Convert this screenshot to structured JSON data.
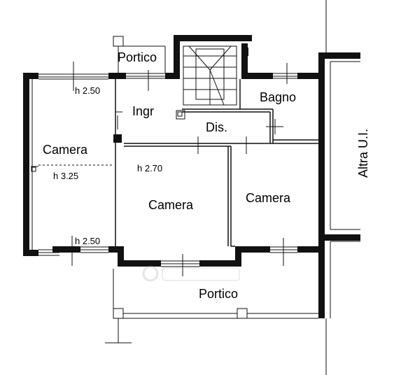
{
  "rooms": {
    "portico_top": "Portico",
    "ingr": "Ingr",
    "bagno": "Bagno",
    "dis": "Dis.",
    "camera_left": "Camera",
    "camera_center": "Camera",
    "camera_right": "Camera",
    "portico_bottom": "Portico",
    "altra_ui": "Altra U.I."
  },
  "heights": {
    "h_top_left": "h 2.50",
    "h_left_mid": "h 3.25",
    "h_center": "h 2.70",
    "h_bottom_left": "h 2.50"
  }
}
